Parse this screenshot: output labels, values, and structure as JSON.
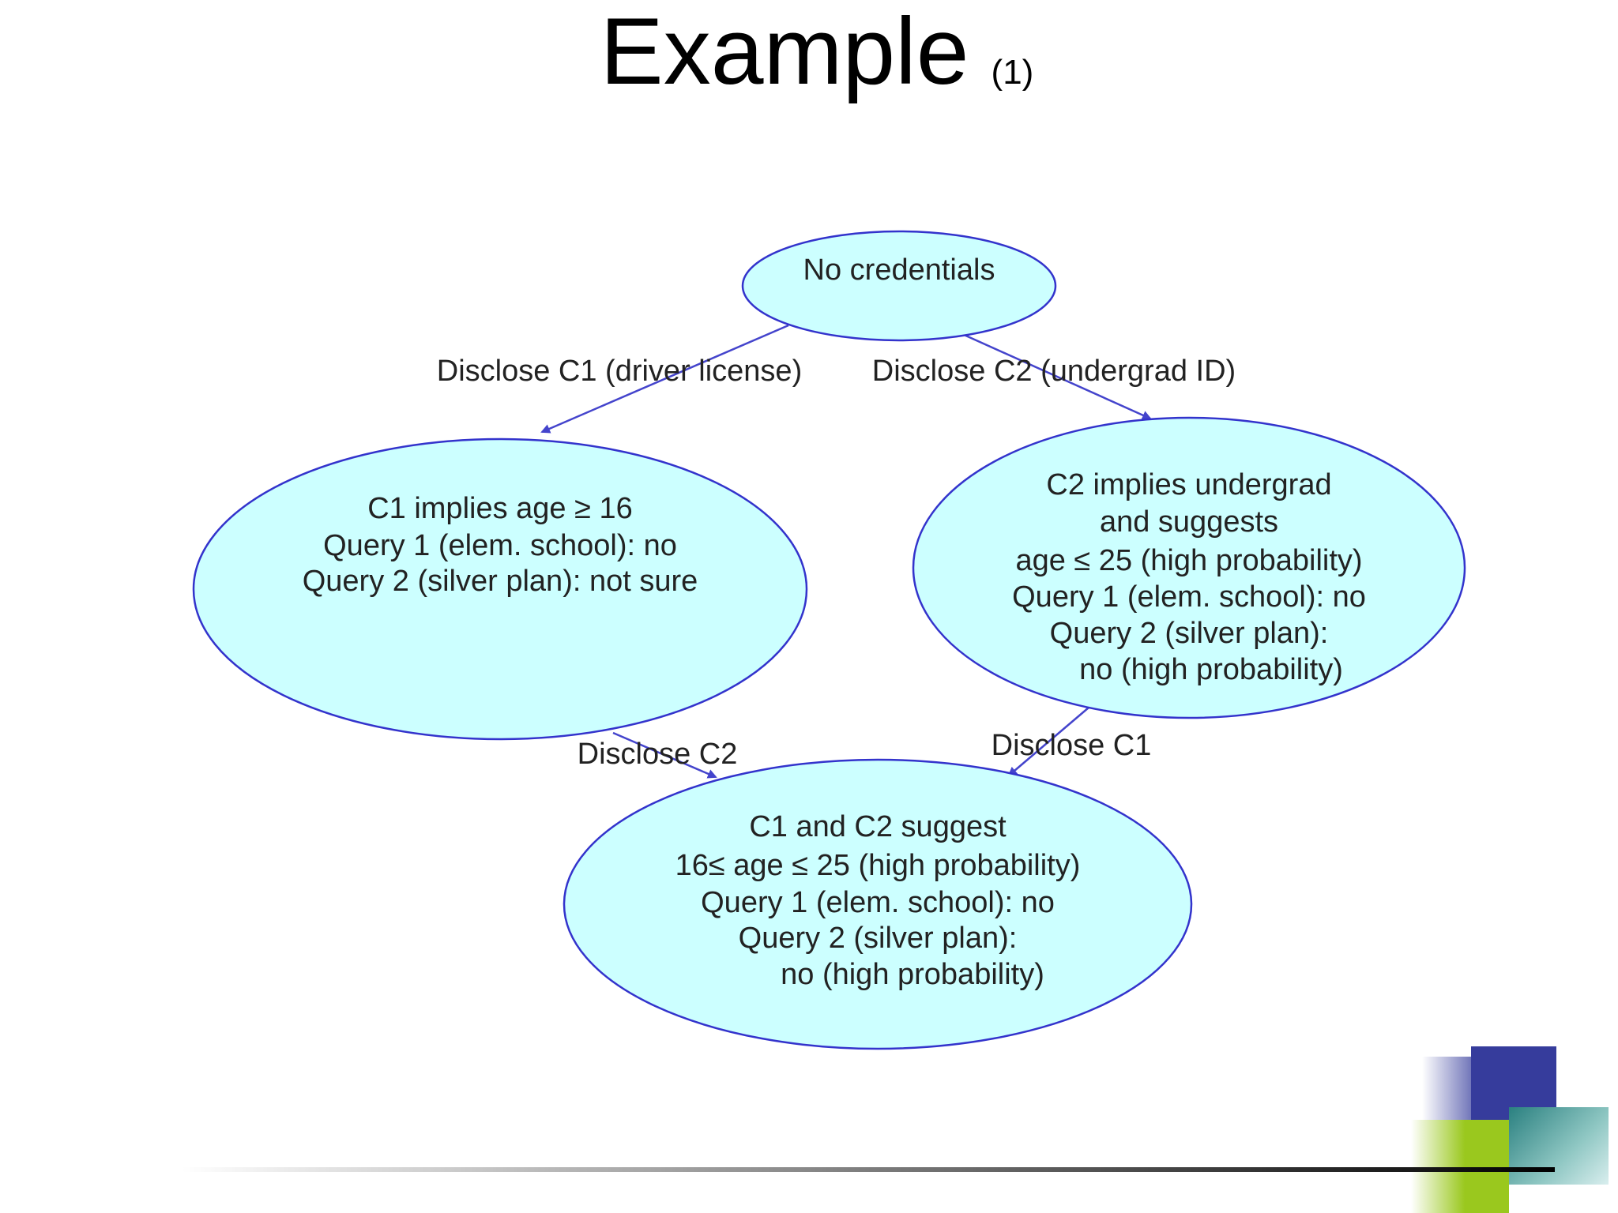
{
  "slide": {
    "title": "Example",
    "title_suffix": "(1)"
  },
  "diagram": {
    "nodes": {
      "root": {
        "lines": [
          "No credentials"
        ]
      },
      "c1": {
        "lines": [
          "C1 implies age ≥ 16",
          "Query 1 (elem. school): no",
          "Query 2 (silver plan): not sure"
        ]
      },
      "c2": {
        "lines": [
          "C2 implies undergrad",
          "and suggests",
          "age ≤ 25 (high probability)",
          "Query 1 (elem. school): no",
          "Query 2 (silver plan):",
          "no (high probability)"
        ]
      },
      "both": {
        "lines": [
          "C1 and C2 suggest",
          "16≤ age ≤ 25 (high probability)",
          "Query 1 (elem. school): no",
          "Query 2 (silver plan):",
          "no (high probability)"
        ]
      }
    },
    "edges": {
      "root_to_c1": "Disclose C1 (driver license)",
      "root_to_c2": "Disclose C2 (undergrad ID)",
      "c1_to_both": "Disclose C2",
      "c2_to_both": "Disclose C1"
    }
  },
  "colors": {
    "node_fill": "#ccffff",
    "node_stroke": "#3333cc",
    "arrow": "#4444cc",
    "accent_blue": "#363c9c",
    "accent_green": "#9ac81e",
    "accent_teal": "#2a8080"
  }
}
